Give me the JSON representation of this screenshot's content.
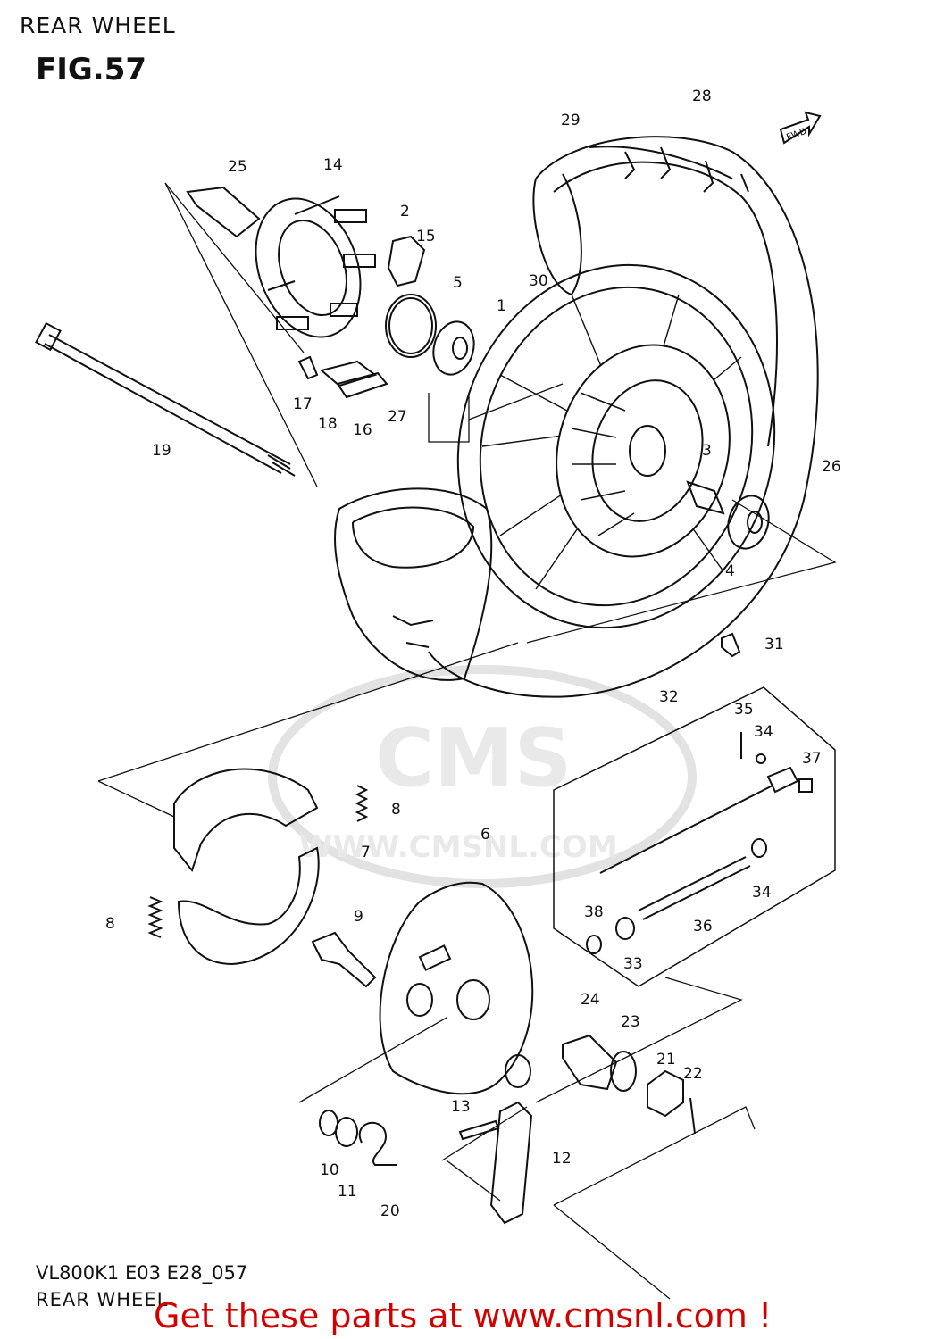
{
  "header": {
    "title": "REAR WHEEL",
    "figure": "FIG.57"
  },
  "footer": {
    "code": "VL800K1 E03 E28_057",
    "title": "REAR WHEEL",
    "cta": "Get these parts at www.cmsnl.com !"
  },
  "watermark": {
    "text": "CMS",
    "url": "WWW.CMSNL.COM"
  },
  "direction_tag": "FWD",
  "callouts": [
    "1",
    "2",
    "3",
    "4",
    "5",
    "6",
    "7",
    "8",
    "8",
    "9",
    "10",
    "11",
    "12",
    "13",
    "14",
    "15",
    "16",
    "17",
    "18",
    "19",
    "20",
    "21",
    "22",
    "23",
    "24",
    "25",
    "26",
    "27",
    "28",
    "29",
    "30",
    "31",
    "32",
    "33",
    "34",
    "34",
    "35",
    "36",
    "37",
    "38"
  ]
}
